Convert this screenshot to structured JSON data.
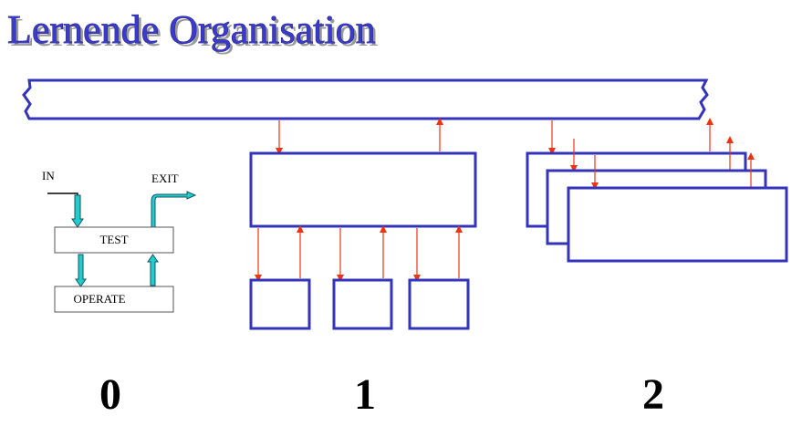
{
  "title": "Lernende Organisation",
  "level0": {
    "in_label": "IN",
    "exit_label": "EXIT",
    "test_label": "TEST",
    "operate_label": "OPERATE",
    "number": "0"
  },
  "level1": {
    "number": "1"
  },
  "level2": {
    "number": "2"
  },
  "colors": {
    "title_blue": "#3a3acc",
    "box_blue": "#3333bb",
    "arrow_red": "#ee3311",
    "flow_cyan": "#22cccc"
  }
}
